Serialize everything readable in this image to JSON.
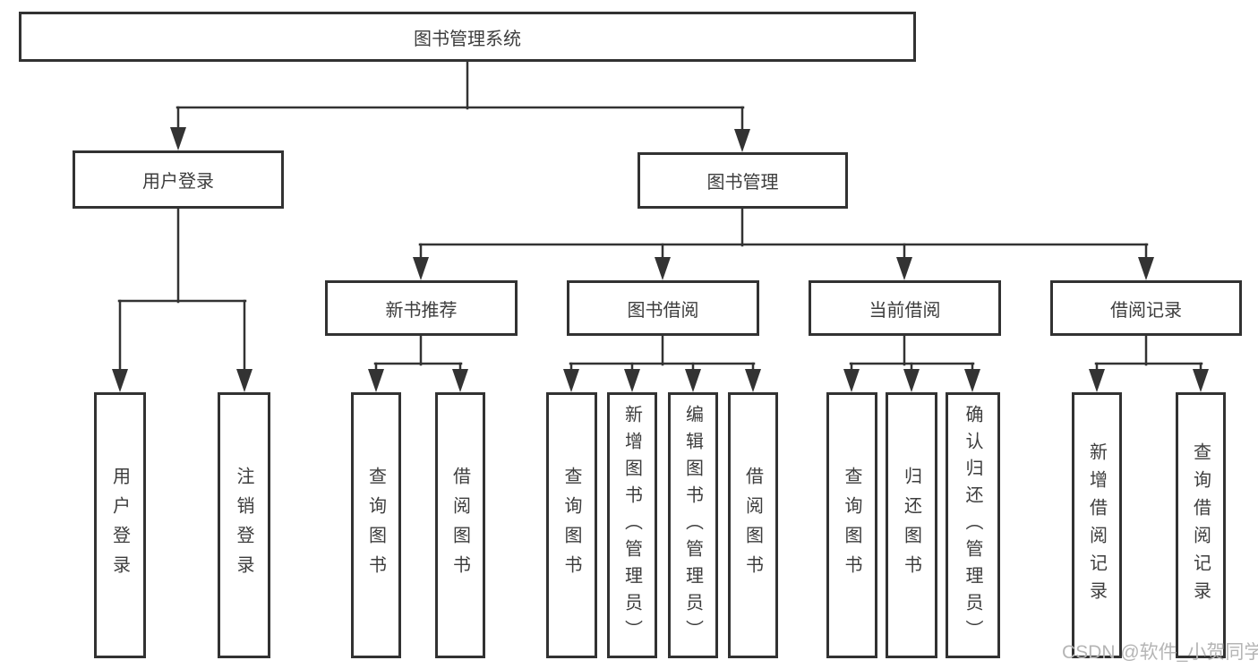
{
  "diagram": {
    "root": "图书管理系统",
    "branches": [
      {
        "label": "用户登录",
        "children": [
          {
            "label": "用户登录"
          },
          {
            "label": "注销登录"
          }
        ]
      },
      {
        "label": "图书管理",
        "children": [
          {
            "label": "新书推荐",
            "children": [
              {
                "label": "查询图书"
              },
              {
                "label": "借阅图书"
              }
            ]
          },
          {
            "label": "图书借阅",
            "children": [
              {
                "label": "查询图书"
              },
              {
                "label": "新增图书（管理员）"
              },
              {
                "label": "编辑图书（管理员）"
              },
              {
                "label": "借阅图书"
              }
            ]
          },
          {
            "label": "当前借阅",
            "children": [
              {
                "label": "查询图书"
              },
              {
                "label": "归还图书"
              },
              {
                "label": "确认归还（管理员）"
              }
            ]
          },
          {
            "label": "借阅记录",
            "children": [
              {
                "label": "新增借阅记录"
              },
              {
                "label": "查询借阅记录"
              }
            ]
          }
        ]
      }
    ]
  },
  "watermark": "CSDN @软件_小贺同学",
  "colors": {
    "line": "#333333",
    "border": "#323232",
    "text": "#3d3d3d",
    "background": "#ffffff",
    "watermark": "#b5b5b5"
  }
}
